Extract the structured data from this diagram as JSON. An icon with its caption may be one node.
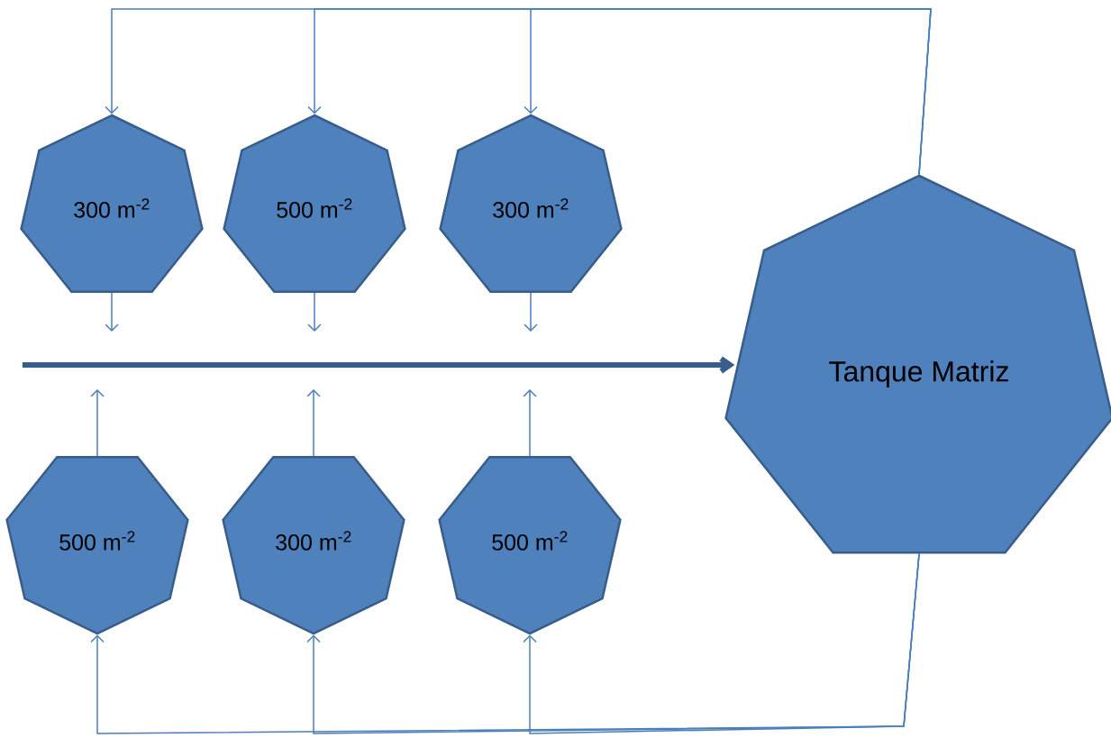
{
  "diagram": {
    "nodes": [
      {
        "text": [
          "300 m$^{-2}$"
        ]
      },
      {
        "text": [
          "500 m$^{-2}$"
        ]
      },
      {
        "text": [
          "300 m$^{-2}$"
        ]
      },
      {
        "text": [
          "500 m$^{-2}$"
        ]
      },
      {
        "text": [
          "300 m$^{-2}$"
        ]
      },
      {
        "text": [
          "500 m$^{-2}$"
        ]
      },
      {
        "text": [
          "Tanque Matriz"
        ]
      }
    ],
    "edges": [
      {
        "from": 6,
        "to": 0,
        "arrow": "to"
      },
      {
        "from": 6,
        "to": 1,
        "arrow": "to"
      },
      {
        "from": 6,
        "to": 2,
        "arrow": "to"
      },
      {
        "from": 6,
        "to": 3,
        "arrow": "to"
      },
      {
        "from": 6,
        "to": 4,
        "arrow": "to"
      },
      {
        "from": 6,
        "to": 5,
        "arrow": "to"
      },
      {
        "from": 0,
        "to": null,
        "arrow": "to"
      },
      {
        "from": 1,
        "to": null,
        "arrow": "to"
      },
      {
        "from": 2,
        "to": null,
        "arrow": "to"
      },
      {
        "from": 3,
        "to": null,
        "arrow": "to"
      },
      {
        "from": 4,
        "to": null,
        "arrow": "to"
      },
      {
        "from": 5,
        "to": null,
        "arrow": "to"
      },
      {
        "from": null,
        "to": 6,
        "arrow": "to",
        "style": "thick",
        "color": "#385d8a"
      }
    ]
  }
}
